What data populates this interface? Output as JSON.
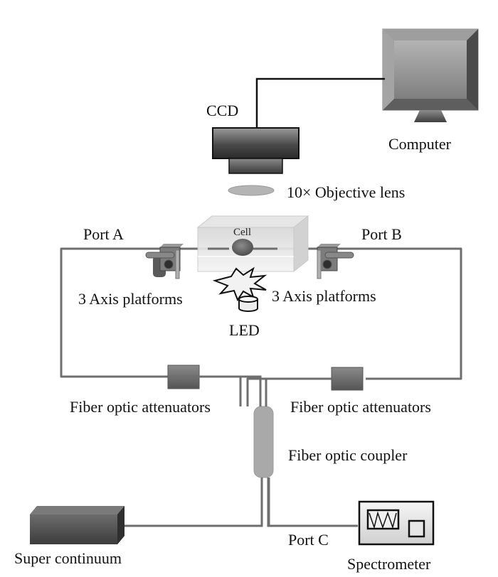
{
  "title": "Experimental setup: dual-fiber optical trap with cell imaging",
  "labels": {
    "ccd": "CCD",
    "computer": "Computer",
    "objective_lens": "10× Objective lens",
    "port_a": "Port A",
    "port_b": "Port B",
    "port_c": "Port C",
    "cell": "Cell",
    "platform_left": "3 Axis platforms",
    "platform_right": "3 Axis platforms",
    "led": "LED",
    "attenuator_left": "Fiber optic attenuators",
    "attenuator_right": "Fiber optic attenuators",
    "coupler": "Fiber optic coupler",
    "super_continuum": "Super continuum",
    "spectrometer": "Spectrometer"
  },
  "components": [
    {
      "id": "computer",
      "icon": "monitor-icon"
    },
    {
      "id": "ccd",
      "icon": "camera-icon"
    },
    {
      "id": "objective_lens",
      "icon": "lens-icon"
    },
    {
      "id": "cell",
      "icon": "sample-chamber-icon"
    },
    {
      "id": "platform_left",
      "icon": "stage-icon"
    },
    {
      "id": "platform_right",
      "icon": "stage-icon"
    },
    {
      "id": "led",
      "icon": "led-icon"
    },
    {
      "id": "attenuator_left",
      "icon": "attenuator-icon"
    },
    {
      "id": "attenuator_right",
      "icon": "attenuator-icon"
    },
    {
      "id": "coupler",
      "icon": "coupler-icon"
    },
    {
      "id": "super_continuum",
      "icon": "light-source-icon"
    },
    {
      "id": "spectrometer",
      "icon": "spectrometer-icon"
    }
  ],
  "connections": [
    {
      "from": "ccd",
      "to": "computer",
      "type": "cable"
    },
    {
      "from": "platform_left",
      "to": "attenuator_left",
      "type": "fiber",
      "port": "Port A"
    },
    {
      "from": "platform_right",
      "to": "attenuator_right",
      "type": "fiber",
      "port": "Port B"
    },
    {
      "from": "attenuator_left",
      "to": "coupler",
      "type": "fiber"
    },
    {
      "from": "attenuator_right",
      "to": "coupler",
      "type": "fiber"
    },
    {
      "from": "coupler",
      "to": "super_continuum",
      "type": "fiber"
    },
    {
      "from": "coupler",
      "to": "spectrometer",
      "type": "fiber",
      "port": "Port C"
    }
  ],
  "colors": {
    "fiber": "#6e6e6e",
    "cable": "#111111",
    "device_dark": "#3c3c3c",
    "device_mid": "#7a7a7a",
    "coupler": "#a9a9a9",
    "lens": "#b4b4b4"
  }
}
